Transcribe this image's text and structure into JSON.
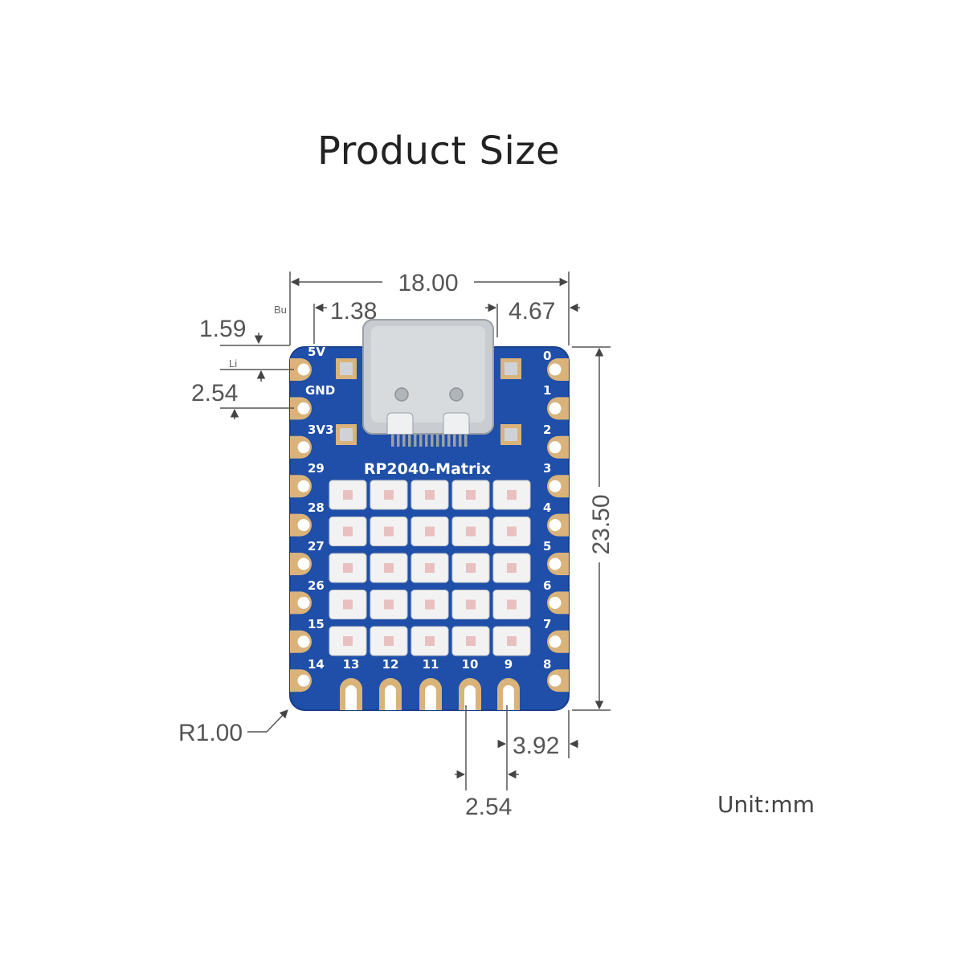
{
  "title": "Product Size",
  "unit_label": "Unit:mm",
  "board": {
    "name": "RP2040-Matrix",
    "left_pins": [
      "5V",
      "GND",
      "3V3",
      "29",
      "28",
      "27",
      "26",
      "15",
      "14"
    ],
    "right_pins": [
      "0",
      "1",
      "2",
      "3",
      "4",
      "5",
      "6",
      "7",
      "8"
    ],
    "bottom_pins": [
      "13",
      "12",
      "11",
      "10",
      "9"
    ],
    "led_rows": 5,
    "led_cols": 5
  },
  "dimensions": {
    "width": "18.00",
    "usb_left_offset": "1.38",
    "usb_right_offset": "4.67",
    "top_offset": "1.59",
    "pin_pitch_left": "2.54",
    "height": "23.50",
    "corner_radius": "R1.00",
    "bottom_right_offset": "3.92",
    "pin_pitch_bottom": "2.54",
    "top_marker_a": "Bu",
    "top_marker_b": "Li"
  },
  "colors": {
    "pcb": "#1f4fa8",
    "pcb_edge": "#173f8c",
    "gold": "#d9b37a",
    "usb": "#c9ccd0",
    "led": "#f2f2f2"
  }
}
